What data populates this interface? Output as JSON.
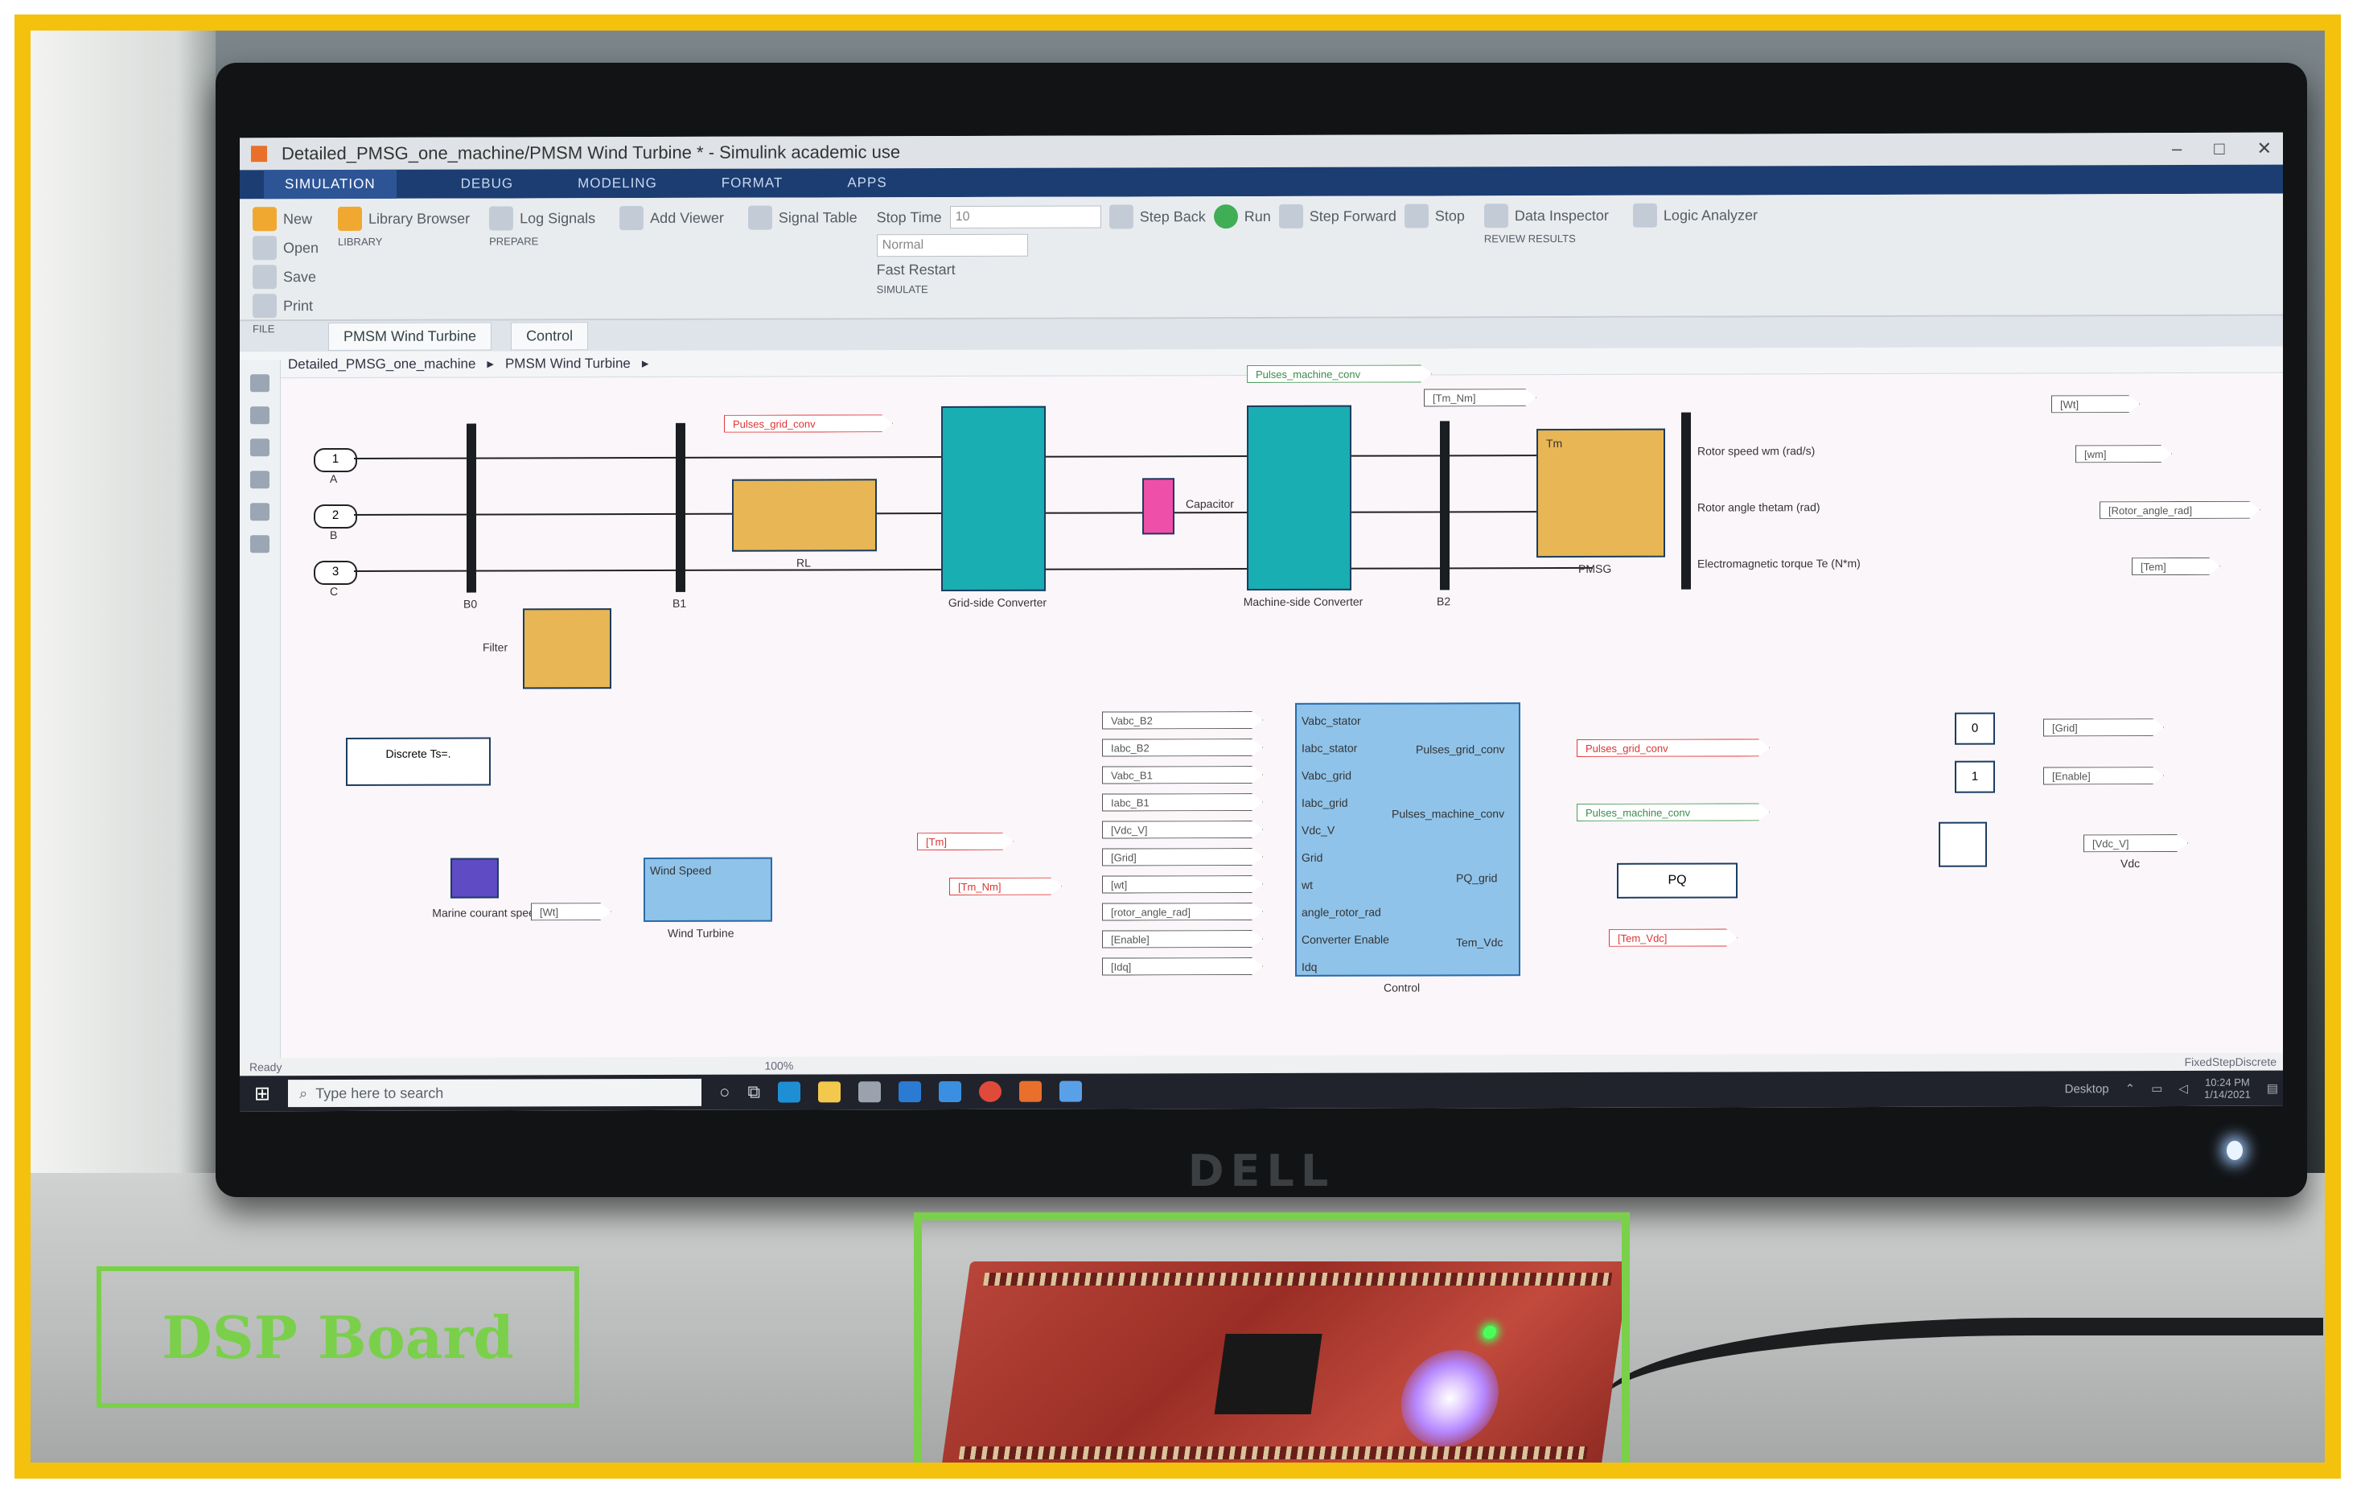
{
  "photo": {
    "frame_color": "#f4c20d",
    "annotation_color": "#7ad04a",
    "annotation_label": "DSP Board",
    "monitor_brand": "DELL"
  },
  "window": {
    "title": "Detailed_PMSG_one_machine/PMSM Wind Turbine * - Simulink academic use",
    "buttons": [
      "–",
      "□",
      "✕"
    ]
  },
  "ribbon": {
    "tabs": [
      "SIMULATION",
      "DEBUG",
      "MODELING",
      "FORMAT",
      "APPS"
    ],
    "file": {
      "open": "Open",
      "save": "Save",
      "print": "Print",
      "new": "New",
      "group": "FILE"
    },
    "library": {
      "label": "Library Browser",
      "group": "LIBRARY"
    },
    "prepare": {
      "log": "Log Signals",
      "add": "Add Viewer",
      "signal_table": "Signal Table",
      "group": "PREPARE"
    },
    "simulate": {
      "stop_time_label": "Stop Time",
      "stop_time_value": "10",
      "mode": "Normal",
      "fast_restart": "Fast Restart",
      "step_back": "Step Back",
      "run": "Run",
      "step_forward": "Step Forward",
      "stop": "Stop",
      "group": "SIMULATE"
    },
    "review": {
      "data_inspector": "Data Inspector",
      "logic_analyzer": "Logic Analyzer",
      "group": "REVIEW RESULTS"
    }
  },
  "doc_tabs": [
    "PMSM Wind Turbine",
    "Control"
  ],
  "breadcrumb": [
    "Detailed_PMSG_one_machine",
    "PMSM Wind Turbine"
  ],
  "diagram": {
    "ports": [
      "1",
      "2",
      "3"
    ],
    "port_letters": [
      "A",
      "B",
      "C"
    ],
    "bus_labels": [
      "B0",
      "B1",
      "B2"
    ],
    "filter_label": "Filter",
    "rl_label": "RL",
    "grid_conv": "Grid-side Converter",
    "machine_conv": "Machine-side Converter",
    "capacitor": "Capacitor",
    "pmsg": "PMSG",
    "pmsg_tm": "Tm",
    "tag_pulses_grid": "Pulses_grid_conv",
    "tag_pulses_machine": "Pulses_machine_conv",
    "tag_tm_nm": "[Tm_Nm]",
    "discrete": "Discrete Ts=.",
    "marine_speed": "Marine courant speed",
    "wind_turbine": "Wind Turbine",
    "wind_speed_in": "Wind Speed",
    "wt_tm": "[Tm]",
    "wt_tm_nm": "[Tm_Nm]",
    "wm_tag": "[Wt]",
    "rotor_speed": "Rotor speed wm (rad/s)",
    "rotor_angle": "Rotor angle thetam (rad)",
    "torque": "Electromagnetic torque Te (N*m)",
    "out_wm": "[Wt]",
    "out_wm2": "[wm]",
    "out_theta": "[Rotor_angle_rad]",
    "out_te": "[Tem]",
    "control_inputs": [
      "Vabc_B2",
      "Iabc_B2",
      "Vabc_B1",
      "Iabc_B1",
      "[Vdc_V]",
      "[Grid]",
      "[wt]",
      "[rotor_angle_rad]",
      "[Enable]",
      "[Idq]"
    ],
    "control_ports": [
      "Vabc_stator",
      "Iabc_stator",
      "Vabc_grid",
      "Iabc_grid",
      "Vdc_V",
      "Grid",
      "wt",
      "angle_rotor_rad",
      "Converter Enable",
      "Idq"
    ],
    "control_out": [
      "Pulses_grid_conv",
      "Pulses_machine_conv",
      "PQ_grid",
      "Tem_Vdc"
    ],
    "control_name": "Control",
    "pq": "PQ",
    "tem_vdc": "[Tem_Vdc]",
    "right_const": [
      "0",
      "1"
    ],
    "right_tags": [
      "[Grid]",
      "[Enable]",
      "[Vdc_V]"
    ],
    "vdc": "Vdc",
    "status": "Ready",
    "zoom": "100%",
    "solver": "FixedStepDiscrete"
  },
  "taskbar": {
    "search_placeholder": "Type here to search",
    "tray_time": "10:24 PM",
    "tray_date": "1/14/2021",
    "tray_lang": "Desktop"
  }
}
